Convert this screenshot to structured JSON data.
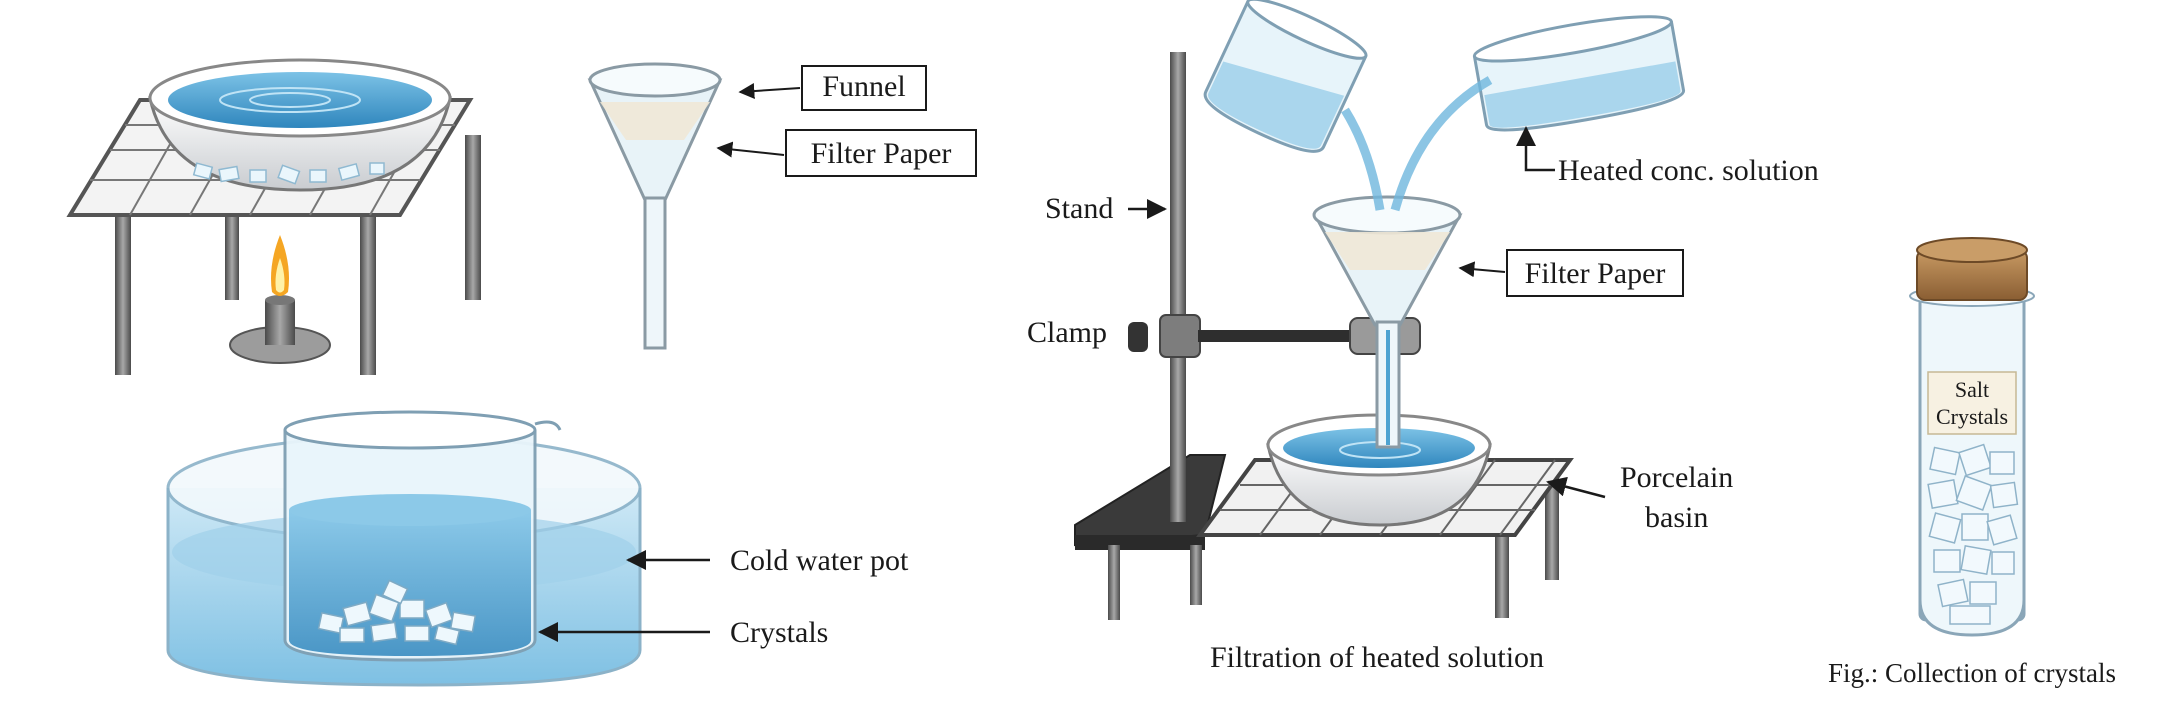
{
  "labels": {
    "funnel": "Funnel",
    "filter_paper_left": "Filter Paper",
    "cold_water_pot": "Cold water pot",
    "crystals": "Crystals",
    "stand": "Stand",
    "clamp": "Clamp",
    "heated_solution": "Heated conc. solution",
    "filter_paper_right": "Filter Paper",
    "porcelain_basin_line1": "Porcelain",
    "porcelain_basin_line2": "basin",
    "filtration_caption": "Filtration of heated solution",
    "salt_line1": "Salt",
    "salt_line2": "Crystals",
    "collection_caption": "Fig.: Collection of crystals"
  },
  "colors": {
    "water": "#4fa3d1",
    "water_light": "#a9d6ee",
    "glass": "#dff0f8",
    "metal": "#6b6b6b",
    "stand_base": "#3a3a3a",
    "flame": "#f5a623",
    "cork": "#a87a4a",
    "crystal": "#e8f4fb"
  }
}
